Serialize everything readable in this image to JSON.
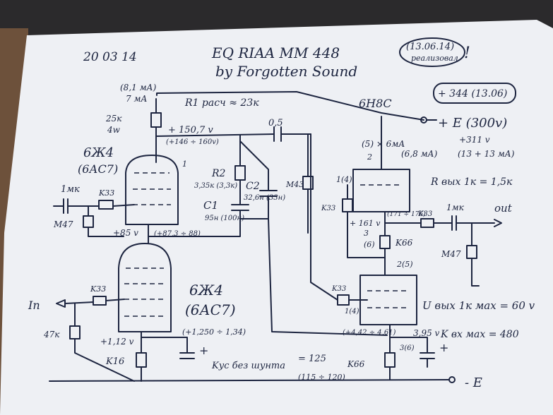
{
  "header": {
    "date": "20 03 14",
    "title": "EQ RIAA MM 448",
    "subtitle": "by Forgotten Sound",
    "realized": "(13.06.14)",
    "realized_note": "реализовал",
    "exclaim": "!",
    "revision": "+ 344 (13.06)"
  },
  "top": {
    "current_a": "(8,1 мА)",
    "current_b": "7 мА",
    "r_anode": "25к",
    "r_power": "4w",
    "r1_label": "R1 расч ≈ 23к",
    "tube_out": "6Н8С",
    "supply": "+ E (300v)",
    "cap_coupling": "0,5",
    "v_node1": "+ 150,7 v",
    "v_node1b": "(+146 ÷ 160v)"
  },
  "right": {
    "i1": "(5) × 6мА",
    "i1b": "(6,8 мА)",
    "pin2": "2",
    "v311": "+311 v",
    "ibias": "(13 + 13 мА)",
    "rout": "R вых 1к = 1,5к",
    "grid14": "1(4)",
    "k33a": "K33",
    "k33b": "K33",
    "cap_out": "1мк",
    "out": "out",
    "v161": "+ 161 v",
    "v171": "(171 ÷ 176)",
    "pin3": "3",
    "pin6": "(6)",
    "k66": "K66",
    "m47": "M47",
    "pin25": "2(5)",
    "k33c": "K33",
    "pin14b": "1(4)",
    "u_out": "U вых 1к мах = 60 v",
    "k_out": "K вх мах = 480",
    "v442": "(+4,42 ÷ 4,61)",
    "v395": "3,95 v",
    "pin36": "3(6)",
    "k66b": "K66",
    "minus_e": "- E"
  },
  "left": {
    "tube1": "6Ж4",
    "tube1_alt": "(6АС7)",
    "r2": "R2",
    "r2v": "3,35к (3,3к)",
    "c2": "C2",
    "c2v": "32,6н (33н)",
    "c1": "C1",
    "c1v": "95н (100н)",
    "m43": "M43",
    "cap_in": "1мк",
    "k33": "K33",
    "m47": "M47",
    "v85": "+85 v",
    "v873": "(+87,3 ÷ 88)",
    "pin1": "1",
    "tube2": "6Ж4",
    "tube2_alt": "(6АС7)",
    "in": "In",
    "r47k": "47к",
    "k33in": "K33",
    "v112": "+1,12 v",
    "v1250": "(+1,250 ÷ 1,34)",
    "k16": "K16",
    "kye": "Kус без шунта",
    "kye_val": "= 125",
    "kye_range": "(115 ÷ 120)"
  }
}
